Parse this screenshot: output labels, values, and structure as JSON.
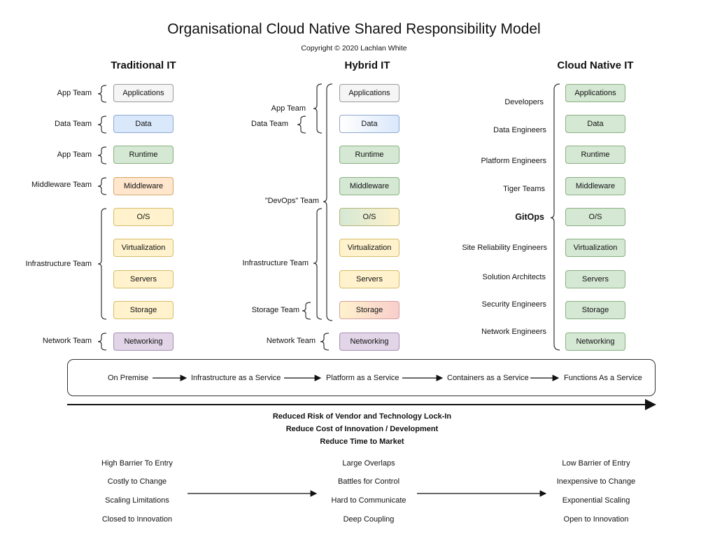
{
  "title": "Organisational Cloud Native Shared Responsibility Model",
  "copyright": "Copyright © 2020 Lachlan White",
  "columns": {
    "traditional": {
      "heading": "Traditional IT",
      "boxes": [
        "Applications",
        "Data",
        "Runtime",
        "Middleware",
        "O/S",
        "Virtualization",
        "Servers",
        "Storage",
        "Networking"
      ],
      "teams": [
        "App Team",
        "Data Team",
        "App Team",
        "Middleware Team",
        "Infrastructure Team",
        "Network Team"
      ]
    },
    "hybrid": {
      "heading": "Hybrid IT",
      "boxes": [
        "Applications",
        "Data",
        "Runtime",
        "Middleware",
        "O/S",
        "Virtualization",
        "Servers",
        "Storage",
        "Networking"
      ],
      "teams": [
        "App Team",
        "Data Team",
        "\"DevOps\" Team",
        "Infrastructure Team",
        "Storage Team",
        "Network Team"
      ]
    },
    "cloud": {
      "heading": "Cloud Native IT",
      "boxes": [
        "Applications",
        "Data",
        "Runtime",
        "Middleware",
        "O/S",
        "Virtualization",
        "Servers",
        "Storage",
        "Networking"
      ],
      "roles": [
        "Developers",
        "Data Engineers",
        "Platform Engineers",
        "Tiger Teams",
        "Site Reliability Engineers",
        "Solution Architects",
        "Security Engineers",
        "Network Engineers"
      ],
      "gitops": "GitOps"
    }
  },
  "flow": [
    "On Premise",
    "Infrastructure as a Service",
    "Platform as a Service",
    "Containers as a Service",
    "Functions As a Service"
  ],
  "benefits": [
    "Reduced Risk of Vendor and Technology Lock-In",
    "Reduce Cost of Innovation / Development",
    "Reduce Time to Market"
  ],
  "traits": {
    "traditional": [
      "High Barrier To Entry",
      "Costly to Change",
      "Scaling Limitations",
      "Closed to Innovation"
    ],
    "hybrid": [
      "Large Overlaps",
      "Battles for Control",
      "Hard to Communicate",
      "Deep Coupling"
    ],
    "cloud": [
      "Low Barrier of Entry",
      "Inexpensive to Change",
      "Exponential Scaling",
      "Open to Innovation"
    ]
  },
  "colors": {
    "grey": "#f5f5f5",
    "blue": "#dae8fc",
    "green": "#d5e8d4",
    "orange": "#ffe6cc",
    "yellow": "#fff2cc",
    "purple": "#e1d5e7",
    "red": "#f8cecc"
  }
}
